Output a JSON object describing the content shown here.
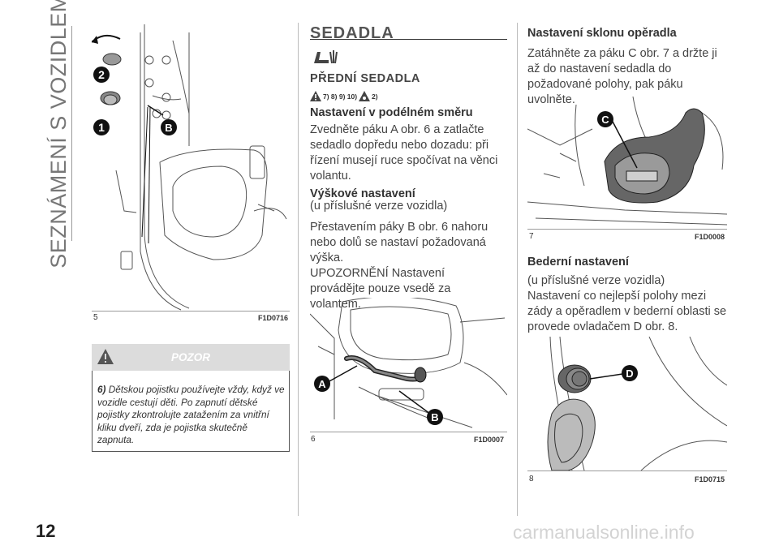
{
  "sidebar": {
    "chapter_title": "SEZNÁMENÍ S VOZIDLEM"
  },
  "figures": [
    {
      "number": "5",
      "code": "F1D0716",
      "labels": [
        "2",
        "1",
        "B"
      ]
    },
    {
      "number": "6",
      "code": "F1D0007",
      "labels": [
        "A",
        "B"
      ]
    },
    {
      "number": "7",
      "code": "F1D0008",
      "labels": [
        "C"
      ]
    },
    {
      "number": "8",
      "code": "F1D0715",
      "labels": [
        "D"
      ]
    }
  ],
  "warning": {
    "title": "POZOR",
    "note_ref": "6)",
    "text": "Dětskou pojistku používejte vždy, když ve vozidle cestují děti. Po zapnutí dětské pojistky zkontrolujte zatažením za vnitřní kliku dveří, zda je pojistka skutečně zapnuta."
  },
  "section": {
    "title": "SEDADLA",
    "subtitle": "PŘEDNÍ SEDADLA",
    "refs_a": "7) 8) 9) 10)",
    "refs_b": "2)"
  },
  "col2": {
    "h1": "Nastavení v podélném směru",
    "p1": "Zvedněte páku A obr. 6 a zatlačte sedadlo dopředu nebo dozadu: při řízení musejí ruce spočívat na věnci volantu.",
    "h2": "Výškové nastavení",
    "p2a": "(u příslušné verze vozidla)",
    "p2b": "Přestavením páky B obr. 6 nahoru nebo dolů se nastaví požadovaná výška.",
    "p3": "UPOZORNĚNÍ Nastavení provádějte pouze vsedě za volantem."
  },
  "col3": {
    "h1": "Nastavení sklonu opěradla",
    "p1": "Zatáhněte za páku C obr. 7 a držte ji až do nastavení sedadla do požadované polohy, pak páku uvolněte.",
    "h2": "Bederní nastavení",
    "p2a": "(u příslušné verze vozidla)",
    "p2b": "Nastavení co nejlepší polohy mezi zády a opěradlem v bederní oblasti se provede ovladačem D obr. 8."
  },
  "footer": {
    "page_number": "12",
    "watermark": "carmanualsonline.info"
  },
  "icons": [
    "warning-triangle-icon",
    "seat-icon",
    "hand-warning-icon"
  ]
}
